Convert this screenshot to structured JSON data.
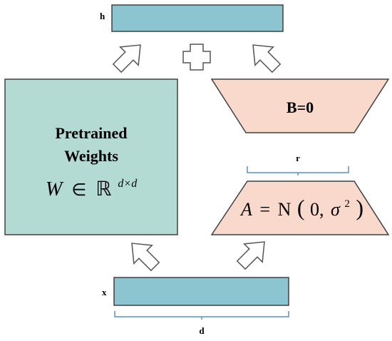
{
  "labels": {
    "h": "h",
    "x": "x",
    "d": "d",
    "r": "r",
    "b_box": "B=0",
    "pretrained_line1": "Pretrained",
    "pretrained_line2": "Weights"
  },
  "formulas": {
    "w": {
      "var": "W",
      "in": "∈",
      "real": "ℝ",
      "exp": "d×d"
    },
    "a": {
      "var": "A",
      "eq": "=",
      "normal": "N",
      "lparen": "(",
      "zero": "0,",
      "sigma": "σ",
      "exp": "2",
      "rparen": ")"
    }
  },
  "colors": {
    "vector_fill": "#8cc5cf",
    "pretrained_fill": "#b3dbd3",
    "adapter_fill": "#f9d9cc",
    "stroke": "#404040",
    "brace": "#5b8fc9",
    "arrow_fill": "#ffffff"
  },
  "icons": {
    "plus": "plus-icon",
    "arrows": "arrow-icon"
  }
}
